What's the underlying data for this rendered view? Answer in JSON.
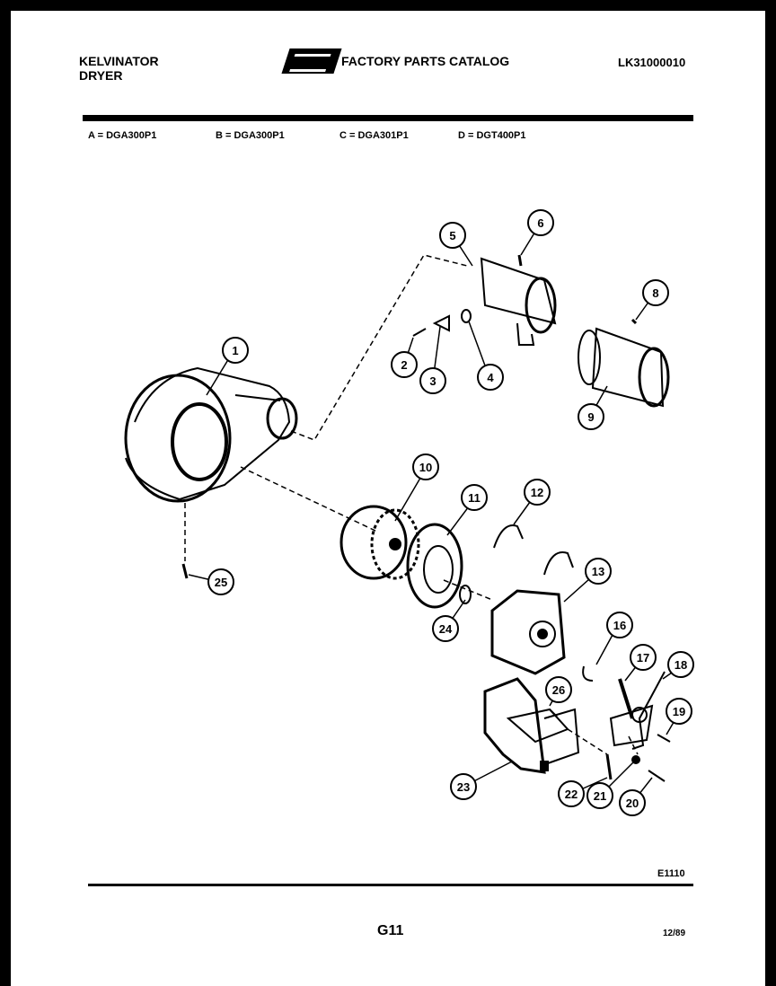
{
  "header": {
    "brand_line1": "KELVINATOR",
    "brand_line2": "DRYER",
    "catalog_title": "FACTORY PARTS CATALOG",
    "doc_number": "LK31000010"
  },
  "models": [
    {
      "label": "A = DGA300P1"
    },
    {
      "label": "B = DGA300P1"
    },
    {
      "label": "C = DGA301P1"
    },
    {
      "label": "D = DGT400P1"
    }
  ],
  "diagram": {
    "callouts": [
      "1",
      "2",
      "3",
      "4",
      "5",
      "6",
      "8",
      "9",
      "10",
      "11",
      "12",
      "13",
      "16",
      "17",
      "18",
      "19",
      "20",
      "21",
      "22",
      "23",
      "24",
      "25",
      "26"
    ]
  },
  "footer": {
    "code": "E1110",
    "page": "G11",
    "date": "12/89"
  }
}
